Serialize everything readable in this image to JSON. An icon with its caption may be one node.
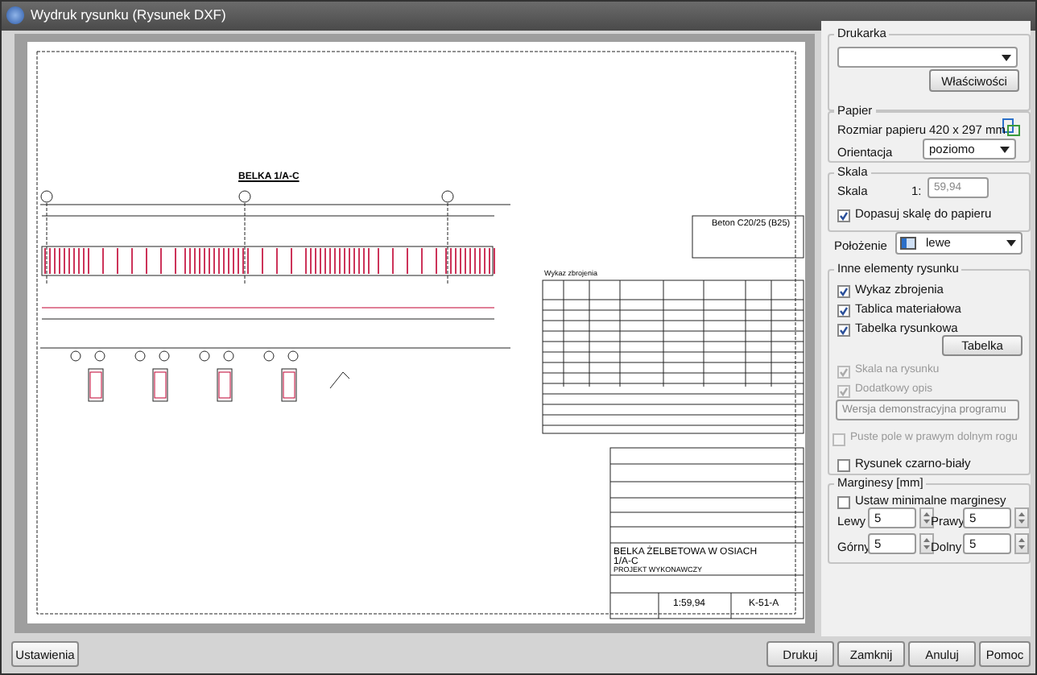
{
  "diagram": {
    "title": "Wydruk rysunku (Rysunek DXF)",
    "labels": [
      "BELKA 1/A-C",
      "Beton C20/25 (B25)",
      "Wykaz zbrojenia",
      "BELKA ŻELBETOWA W OSIACH 1/A-C",
      "PROJEKT WYKONAWCZY",
      "1:59,94",
      "K-51-A",
      "Drukarka",
      "Właściwości",
      "Papier",
      "Rozmiar papieru",
      "420 x 297 mm",
      "Orientacja",
      "poziomo",
      "Skala",
      "Skala",
      "1:",
      "59,94",
      "Dopasuj skalę do papieru",
      "Położenie",
      "lewe",
      "Inne elementy rysunku",
      "Wykaz zbrojenia",
      "Tablica materiałowa",
      "Tabelka rysunkowa",
      "Tabelka",
      "Skala na rysunku",
      "Dodatkowy opis",
      "Wersja demonstracyjna programu",
      "Puste pole w prawym dolnym rogu",
      "Rysunek czarno-biały",
      "Marginesy [mm]",
      "Ustaw minimalne marginesy",
      "Lewy",
      "5",
      "Prawy",
      "5",
      "Górny",
      "5",
      "Dolny",
      "5",
      "Ustawienia",
      "Drukuj",
      "Zamknij",
      "Anuluj",
      "Pomoc"
    ]
  }
}
